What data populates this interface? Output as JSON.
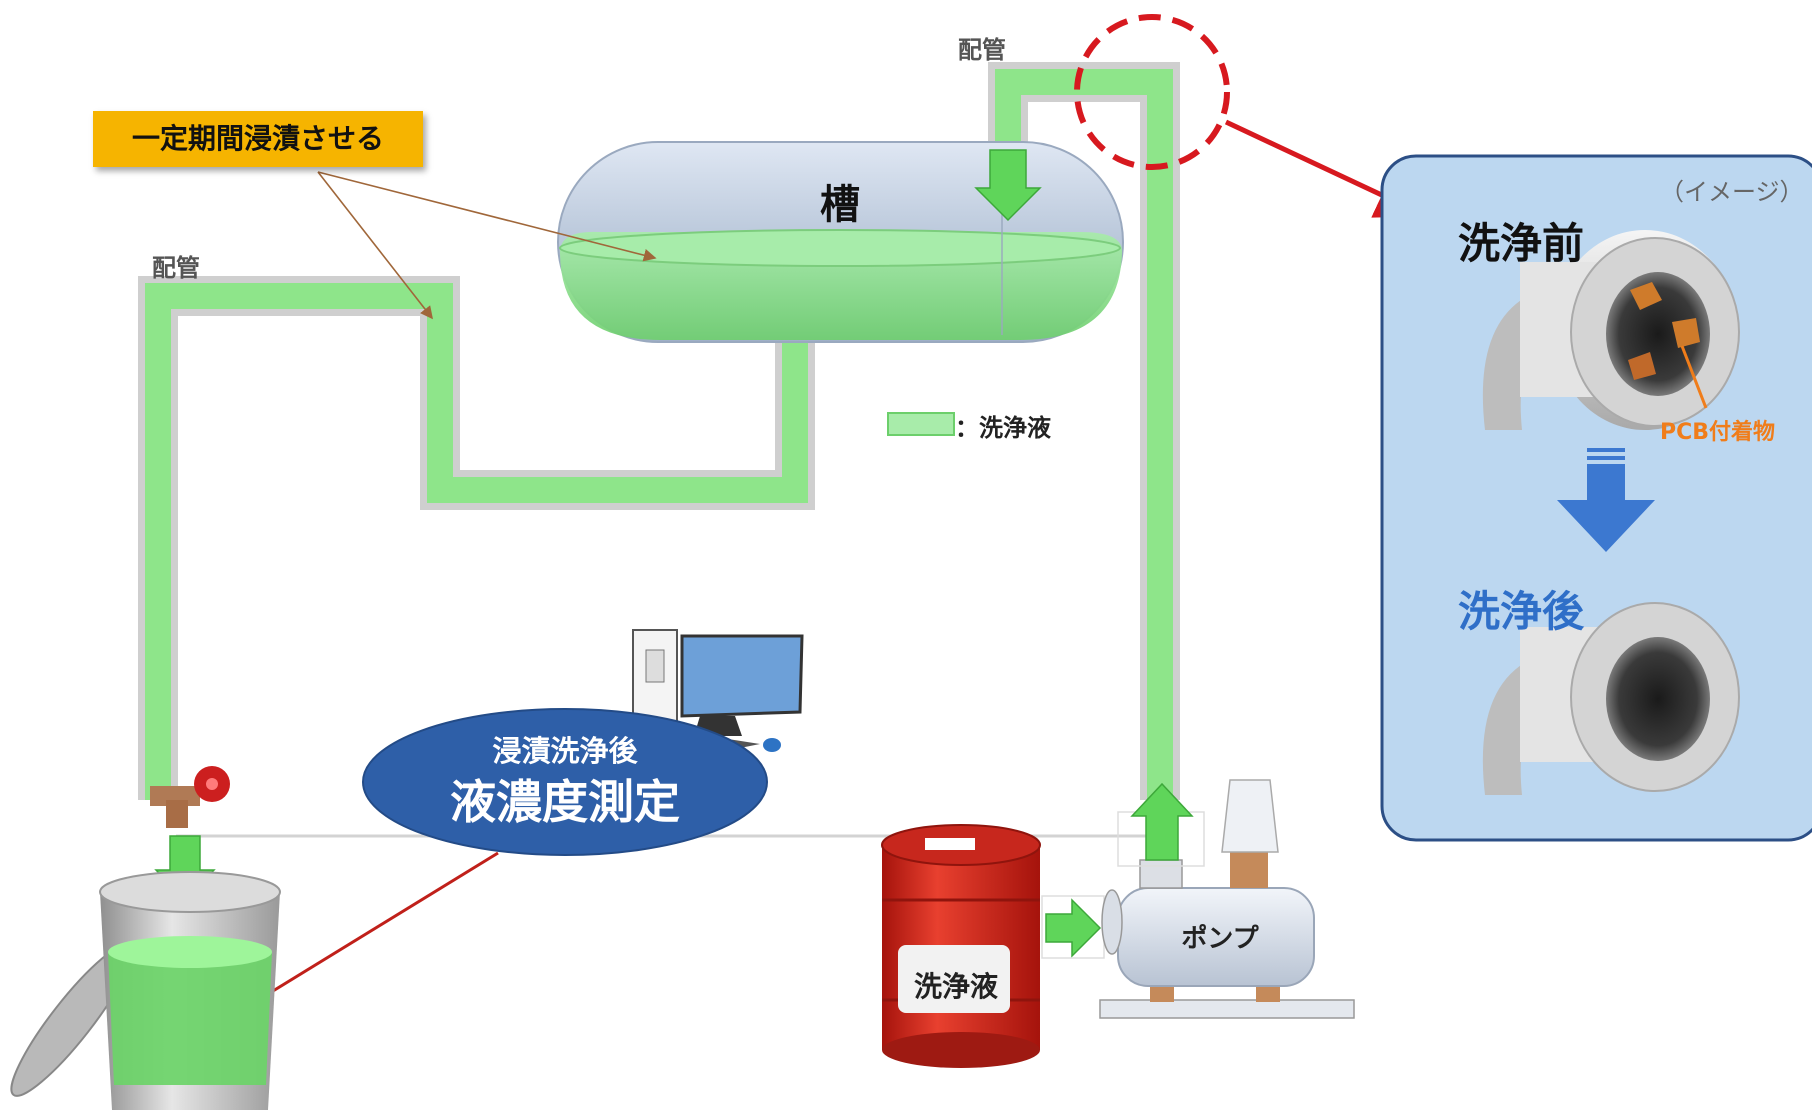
{
  "labels": {
    "pipe_top": "配管",
    "pipe_left": "配管",
    "callout": "一定期間浸漬させる",
    "tank": "槽",
    "legend": "：洗浄液",
    "measure_sub": "浸漬洗浄後",
    "measure_main": "液濃度測定",
    "drum": "洗浄液",
    "pump": "ポンプ",
    "image_note": "（イメージ）",
    "before": "洗浄前",
    "after": "洗浄後",
    "pcb": "PCB付着物"
  },
  "colors": {
    "liquid": "#7ee07a",
    "liquid_border": "#5bc95a",
    "pipe_frame": "#c9c9c9",
    "callout_bg": "#f6b400",
    "ellipse_blue": "#2e5fa8",
    "panel_bg": "#bcd7f0",
    "panel_border": "#2c4f86",
    "red_dashed": "#d7191f",
    "arrow_blue": "#3c78d0",
    "drum_red": "#d82a1e",
    "pcb_orange": "#f07d1a"
  },
  "icons": [
    "computer-icon",
    "valve-icon",
    "bucket-icon",
    "drum-icon",
    "pump-icon",
    "pipe-before-icon",
    "pipe-after-icon"
  ]
}
